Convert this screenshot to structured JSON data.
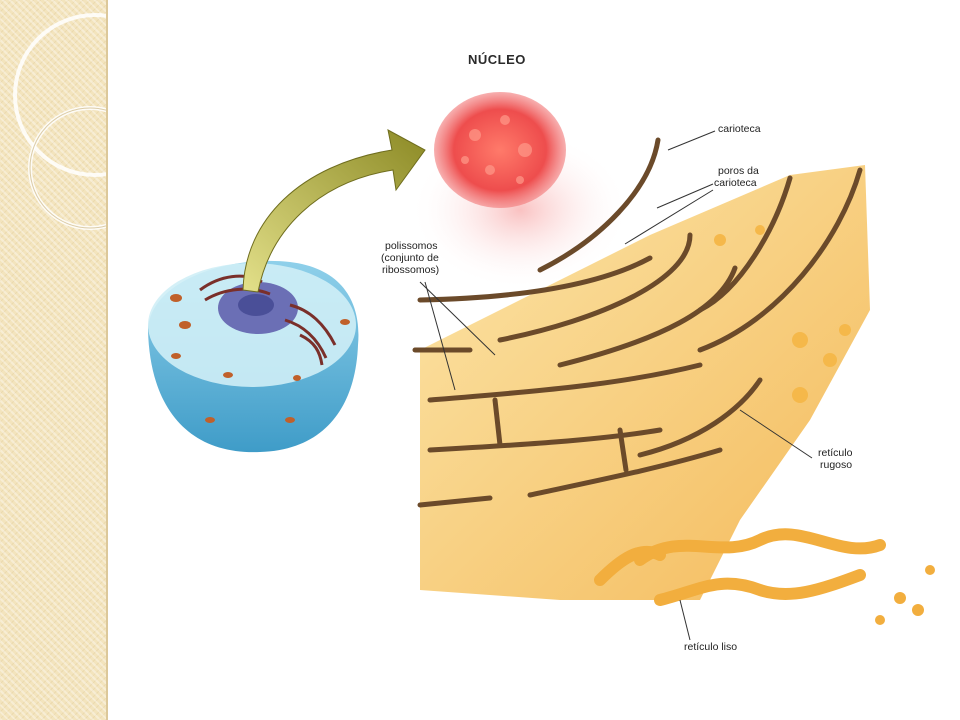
{
  "diagram": {
    "title": "NÚCLEO",
    "labels": {
      "carioteca": "carioteca",
      "poros_line1": "poros da",
      "poros_line2": "carioteca",
      "polissomos_line1": "polissomos",
      "polissomos_line2": "(conjunto de",
      "polissomos_line3": "ribossomos)",
      "rugoso_line1": "retículo",
      "rugoso_line2": "rugoso",
      "liso": "retículo liso"
    }
  },
  "colors": {
    "sidebar": "#f3e4bd",
    "cell_blue": "#5fb4d9",
    "nucleus_red": "#ef4a4a",
    "reticulum_orange": "#f6c25a",
    "membrane_brown": "#6b4a2a",
    "arrow_olive": "#a9a330"
  },
  "icons": [
    "sidebar-ring-decoration"
  ]
}
